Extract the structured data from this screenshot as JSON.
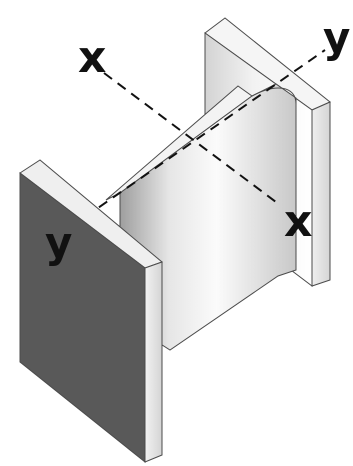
{
  "labels": {
    "x_axis_top": "x",
    "x_axis_bottom": "x",
    "y_axis_top": "y",
    "y_axis_bottom": "y"
  },
  "colors": {
    "outline": "#4b4b4b",
    "flange_front": "#595959",
    "flange_side": "#dddddd",
    "flange_top": "#efefef",
    "web_light": "#f8f8f8",
    "web_mid": "#d8d8d8",
    "web_dark": "#bcbcbc",
    "axis_line": "#111111",
    "background": "#ffffff"
  }
}
